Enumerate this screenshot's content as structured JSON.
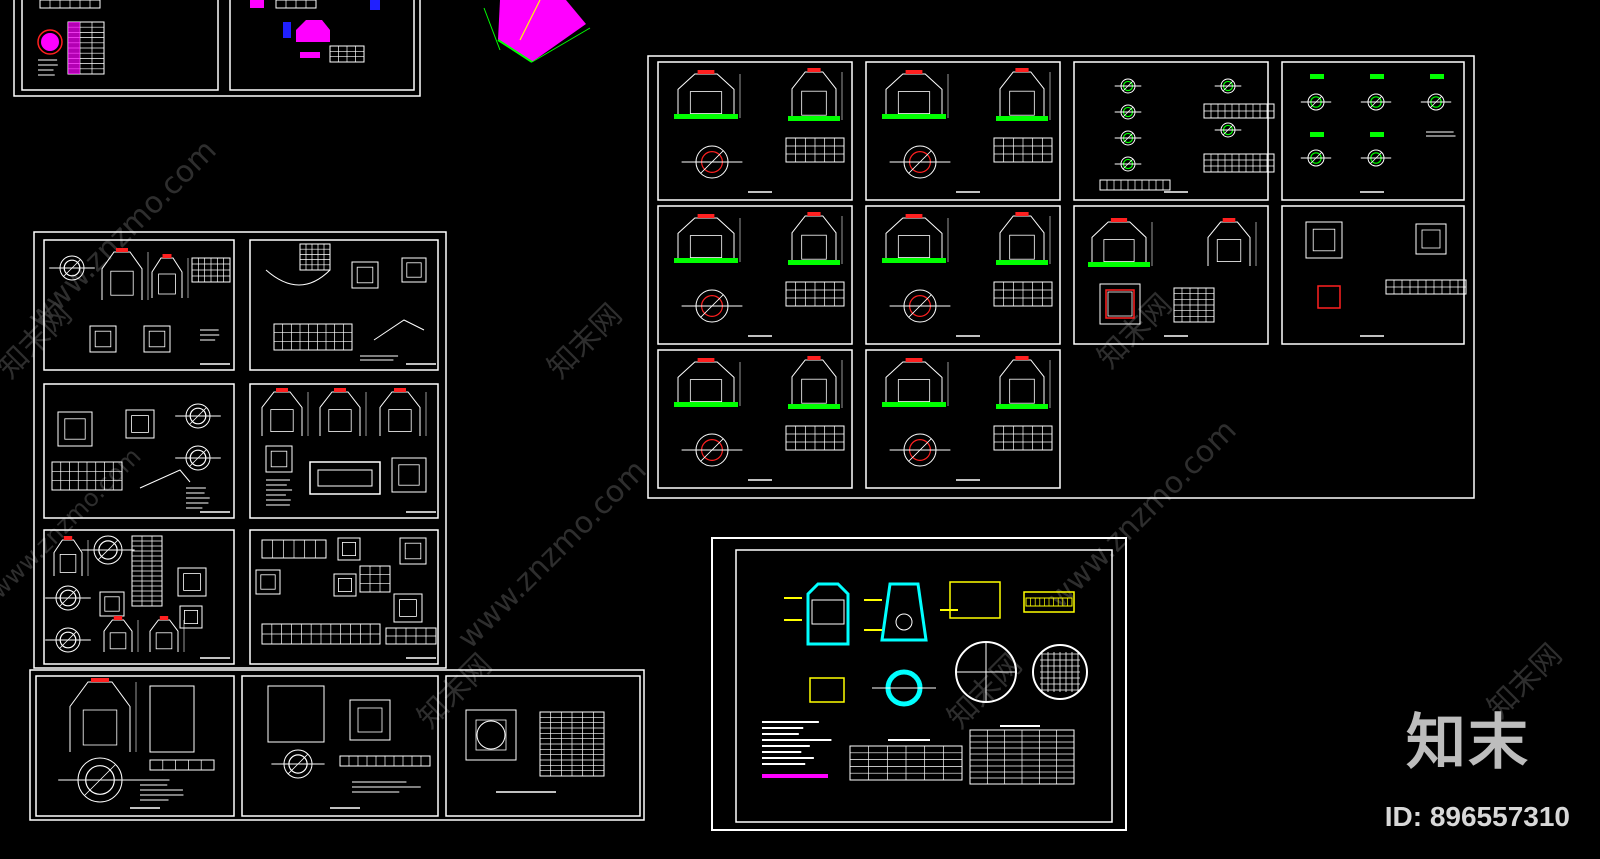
{
  "watermark": {
    "brand_text": "知末",
    "id_text": "ID: 896557310",
    "url_text": "www.znzmo.com",
    "site_text": "知末网"
  },
  "colors": {
    "background": "#000000",
    "frame": "#ffffff",
    "magenta": "#ff00ff",
    "green": "#00ff00",
    "red": "#ff2020",
    "cyan": "#00ffff",
    "yellow": "#ffff00",
    "blue": "#2020ff"
  }
}
